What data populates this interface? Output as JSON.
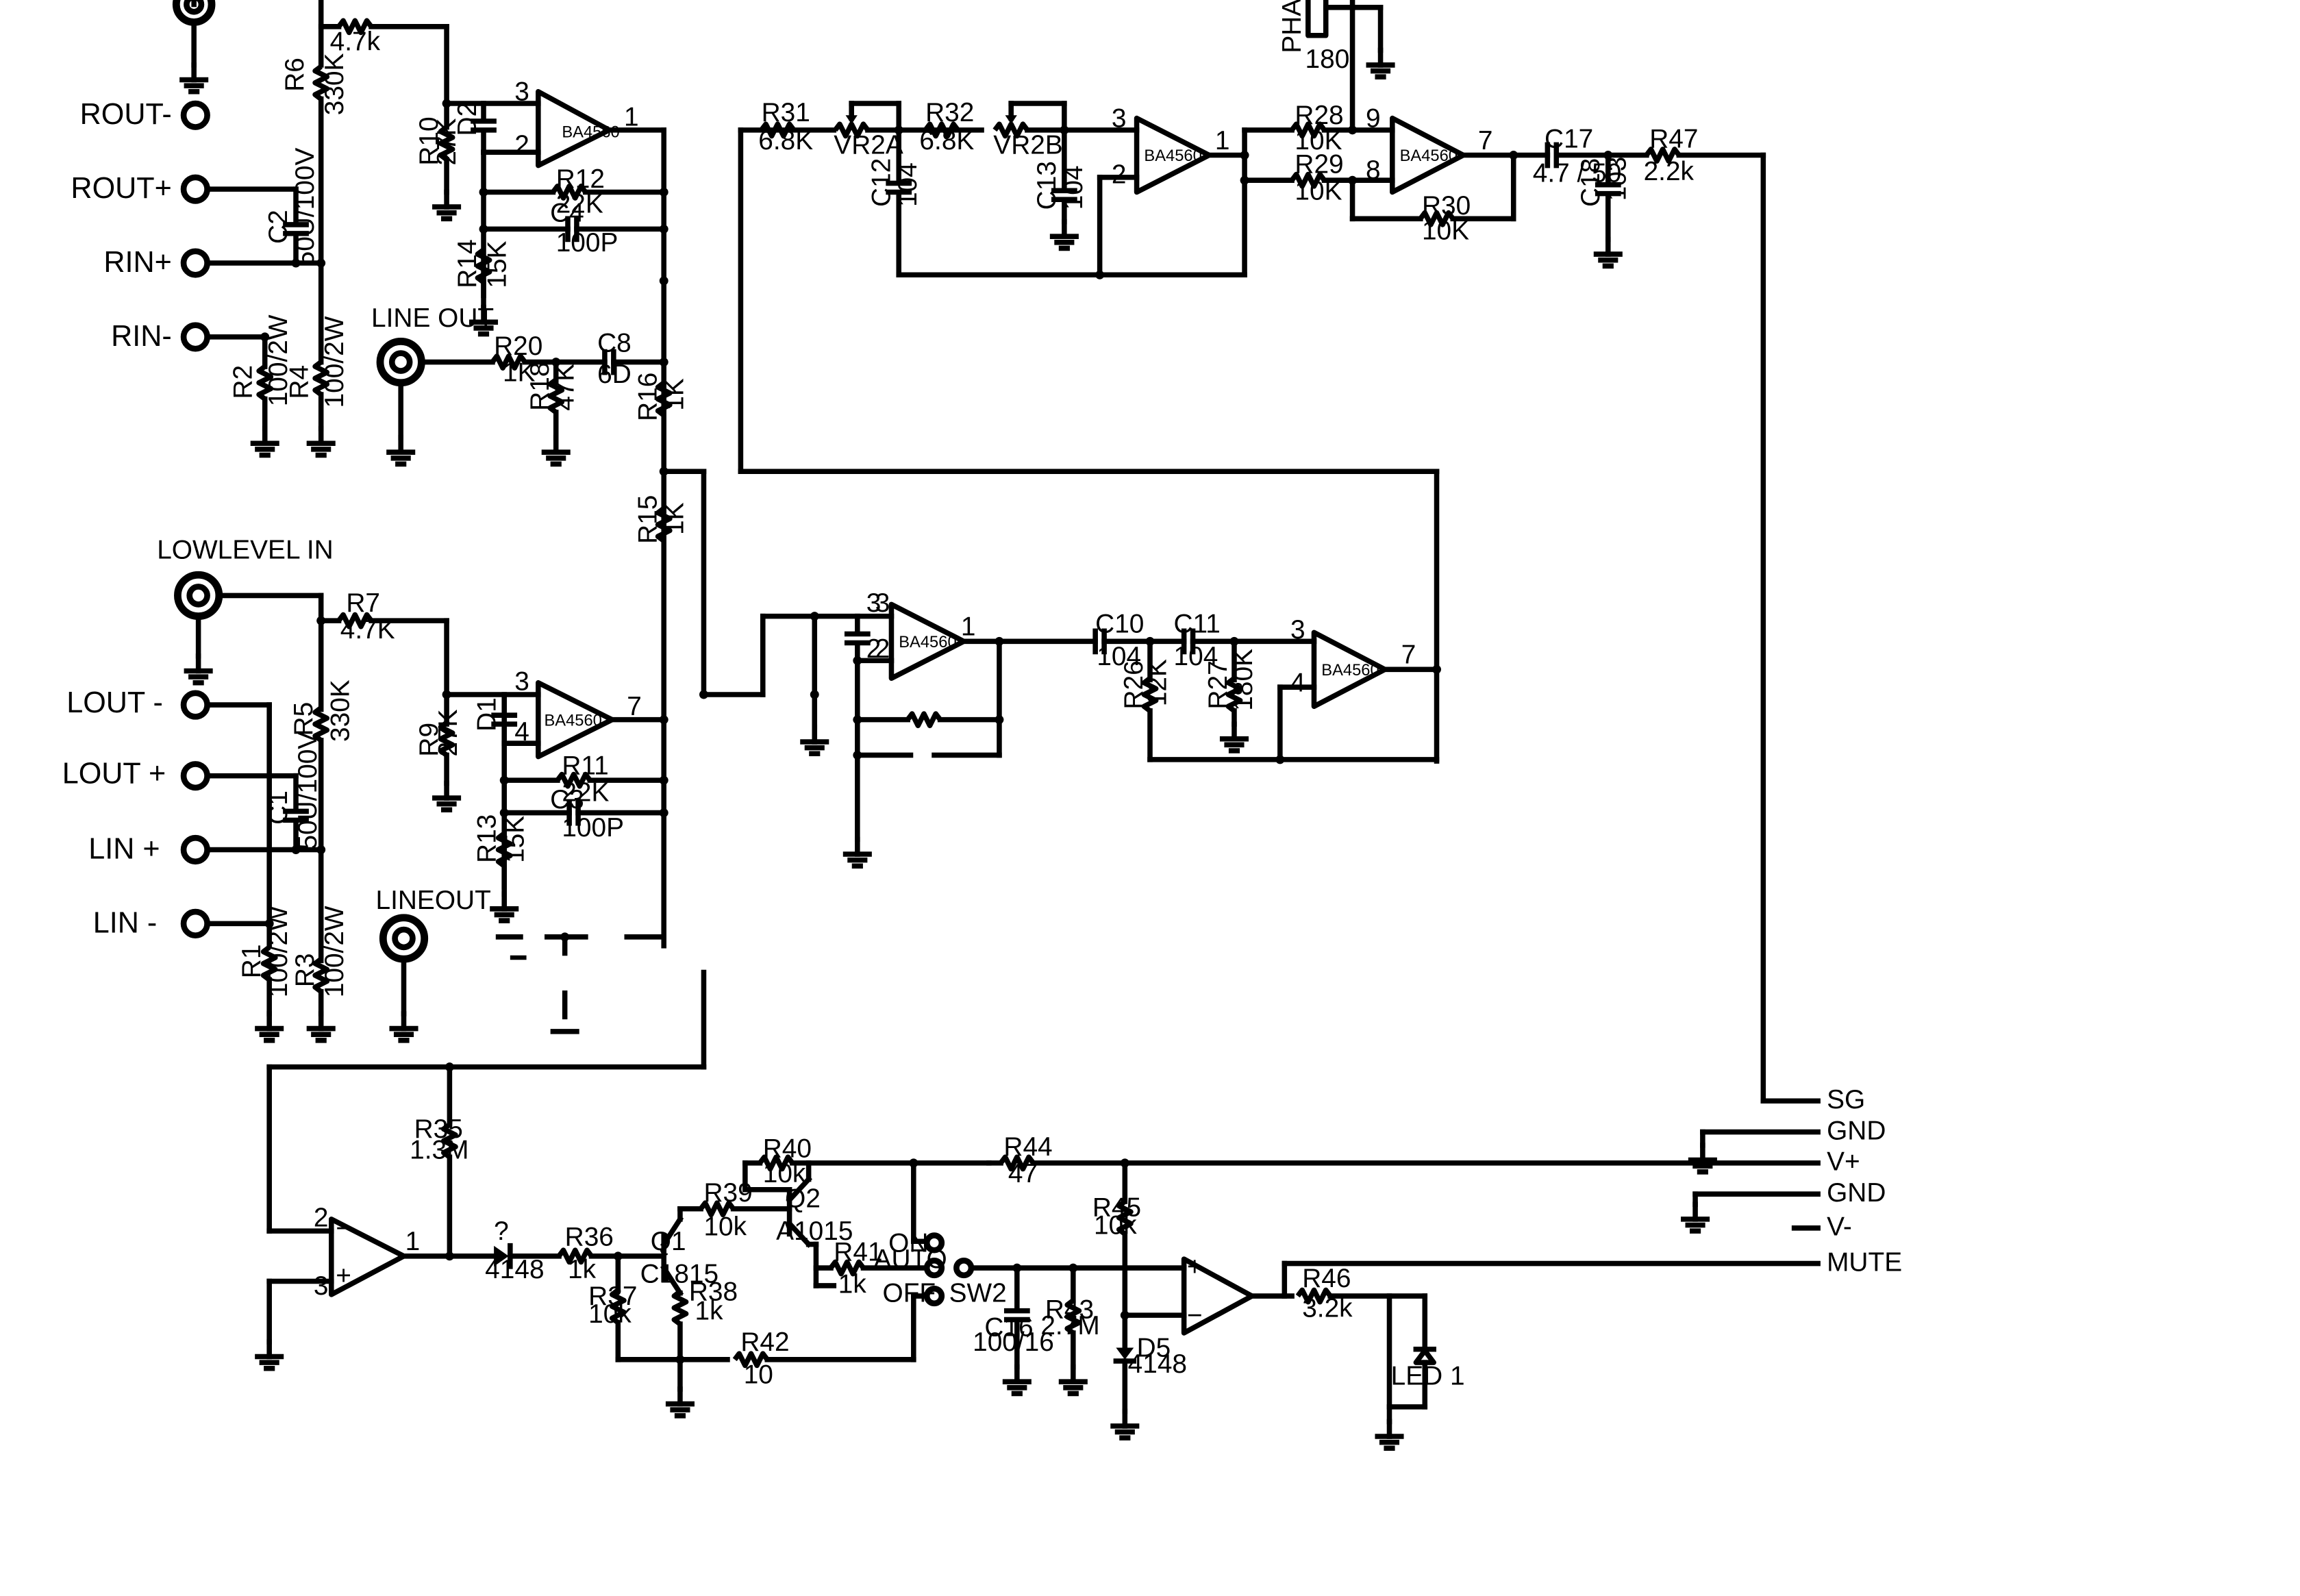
{
  "jacks": {
    "lowlevel_in": "LOWLEVEL IN",
    "line_out": "LINE OUT",
    "lineout": "LINEOUT"
  },
  "inputs_right": [
    "ROUT-",
    "ROUT+",
    "RIN+",
    "RIN-"
  ],
  "inputs_left": [
    "LOUT -",
    "LOUT +",
    "LIN +",
    "LIN -"
  ],
  "connector": [
    "SG",
    "GND",
    "V+",
    "GND",
    "V-",
    "MUTE"
  ],
  "switch": {
    "name": "SW2",
    "positions": [
      "ON",
      "AUTO",
      "OFF"
    ]
  },
  "opamps": {
    "op_label": "BA4560"
  },
  "pins": {
    "p1": "1",
    "p2": "2",
    "p3": "3",
    "p4": "4",
    "p7": "7",
    "p9": "9",
    "p8": "8"
  },
  "components": {
    "r_top_in": {
      "value": "4.7k"
    },
    "r6": {
      "ref": "R6",
      "value": "330K"
    },
    "c2": {
      "ref": "C2",
      "value": "50U/100V"
    },
    "r2": {
      "ref": "R2",
      "value": "100/2W"
    },
    "r4": {
      "ref": "R4",
      "value": "100/2W"
    },
    "r10": {
      "ref": "R10",
      "value": "27K"
    },
    "d2": {
      "ref": "D2"
    },
    "r12": {
      "ref": "R12",
      "value": "22K"
    },
    "c4": {
      "ref": "C4",
      "value": "100P"
    },
    "r14": {
      "ref": "R14",
      "value": "15K"
    },
    "r20": {
      "ref": "R20",
      "value": "1K"
    },
    "r18": {
      "ref": "R18",
      "value": "47K"
    },
    "c8": {
      "ref": "C8",
      "value": "6D"
    },
    "r16": {
      "ref": "R16",
      "value": "1K"
    },
    "r15": {
      "ref": "R15",
      "value": "1K"
    },
    "r7": {
      "ref": "R7",
      "value": "4.7K"
    },
    "r5": {
      "ref": "R5",
      "value": "330K"
    },
    "c1": {
      "ref": "C1",
      "value": "50U/100V"
    },
    "r1": {
      "ref": "R1",
      "value": "100/2W"
    },
    "r3": {
      "ref": "R3",
      "value": "100/2W"
    },
    "r9": {
      "ref": "R9",
      "value": "27K"
    },
    "d1": {
      "ref": "D1"
    },
    "r11": {
      "ref": "R11",
      "value": "22K"
    },
    "c3": {
      "ref": "C3",
      "value": "100P"
    },
    "r13": {
      "ref": "R13",
      "value": "15K"
    },
    "r31": {
      "ref": "R31",
      "value": "6.8K"
    },
    "vr2a": {
      "ref": "VR2A"
    },
    "r32": {
      "ref": "R32",
      "value": "6.8K"
    },
    "vr2b": {
      "ref": "VR2B"
    },
    "c12": {
      "ref": "C12",
      "value": "104"
    },
    "c13": {
      "ref": "C13",
      "value": "104"
    },
    "r28": {
      "ref": "R28",
      "value": "10K"
    },
    "r29": {
      "ref": "R29",
      "value": "10K"
    },
    "r30": {
      "ref": "R30",
      "value": "10K"
    },
    "phase": {
      "ref": "PHASE",
      "value": "180"
    },
    "c17": {
      "ref": "C17",
      "value": "4.7 / 50"
    },
    "r47": {
      "ref": "R47",
      "value": "2.2k"
    },
    "c18": {
      "ref": "C18",
      "value": "103"
    },
    "c10": {
      "ref": "C10",
      "value": "104"
    },
    "c11": {
      "ref": "C11",
      "value": "104"
    },
    "r26": {
      "ref": "R26",
      "value": "12K"
    },
    "r27": {
      "ref": "R27",
      "value": "180K"
    },
    "r35": {
      "ref": "R35",
      "value": "1.3M"
    },
    "d_q": {
      "ref": "?",
      "value": "4148"
    },
    "r36": {
      "ref": "R36",
      "value": "1k"
    },
    "q1": {
      "ref": "Q1",
      "value": "C1815"
    },
    "r37": {
      "ref": "R37",
      "value": "10k"
    },
    "r38": {
      "ref": "R38",
      "value": "1k"
    },
    "r39": {
      "ref": "R39",
      "value": "10k"
    },
    "r40": {
      "ref": "R40",
      "value": "10k"
    },
    "q2": {
      "ref": "Q2",
      "value": "A1015"
    },
    "r41": {
      "ref": "R41",
      "value": "1k"
    },
    "r42": {
      "ref": "R42",
      "value": "10"
    },
    "r44": {
      "ref": "R44",
      "value": "47"
    },
    "r45": {
      "ref": "R45",
      "value": "10k"
    },
    "c16": {
      "ref": "C16",
      "value": "100/16"
    },
    "r43": {
      "ref": "R43",
      "value": "2.7M"
    },
    "d5": {
      "ref": "D5",
      "value": "4148"
    },
    "r46": {
      "ref": "R46",
      "value": "3.2k"
    },
    "led1": {
      "ref": "LED 1"
    }
  }
}
